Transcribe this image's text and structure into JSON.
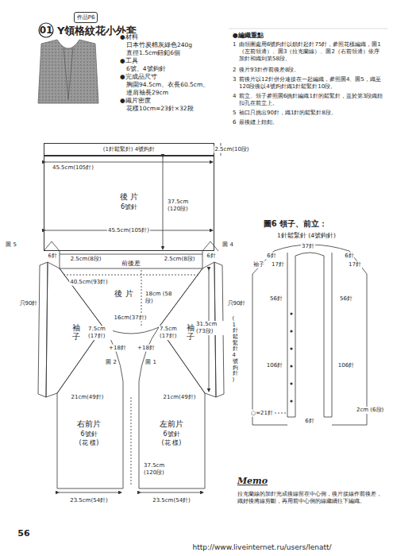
{
  "diagram": {
    "title": "Y領格紋花小外套",
    "nodes": [
      {
        "text": [
          "作品P6"
        ]
      },
      {
        "text": [
          "(1針鬆緊針) 4號鉤針"
        ]
      },
      {
        "text": [
          "後 片",
          "6號針"
        ]
      },
      {
        "text": [
          "前後差"
        ]
      },
      {
        "text": [
          "後 片"
        ]
      },
      {
        "text": [
          "袖 子"
        ]
      },
      {
        "text": [
          "袖 子"
        ]
      },
      {
        "text": [
          "右前片",
          "6號針",
          "(花 樣)"
        ]
      },
      {
        "text": [
          "左前片",
          "6號針",
          "(花 樣)"
        ]
      }
    ],
    "labels": [
      "01",
      "●材料",
      "日本竹炭棉灰綠色240g",
      "直徑1.5cm鈕釦6個",
      "●工具",
      "6號、4號鉤針",
      "●完成品尺寸",
      "胸圍94.5cm、衣長60.5cm、",
      "連肩袖長29cm",
      "●織片密度",
      "花樣10cm=23針×32段",
      "●編織重點",
      "1",
      "由領圍處用6號鉤針以鎖針起針75針，參照花樣編織，圖1（左前領邊）、圖3（拉克蘭線）、圖2（右前領邊）依序加針和織到第58段。",
      "2",
      "後片93針作前後差8段。",
      "3",
      "前後片以12針併分連接在一起編織，參照圖4、圖5，織至120段後以4號鉤針織1針鬆緊針10段。",
      "4",
      "前立、領子參照圖6挑針編織1針的鬆緊針，並於第3段織鈕扣孔在前立上。",
      "5",
      "袖口只挑出90針，織1針的鬆緊針8段。",
      "6",
      "最後縫上鈕釦。",
      "2.5cm(10段)",
      "45.5cm(105針)",
      "37.5cm (120段)",
      "45.5cm(105針)",
      "圖 5",
      "圖 4",
      "6針",
      "6針",
      "2.5cm(8段)",
      "2.5cm(8段)",
      "40.5cm(93針)",
      "18cm (58段)",
      "16cm(37針)",
      "7.5cm (17針)",
      "7.5cm (17針)",
      "31.5cm (73段)",
      "只90針",
      "只90針",
      "( 1針鬆緊針 4號鉤針 )",
      "+18針",
      "+18針",
      "圖 2",
      "圖 1",
      "21cm(49針)",
      "21cm(49針)",
      "37.5cm (120段)",
      "23.5cm(54針)",
      "23.5cm(54針)",
      "圖6 領子、前立：",
      "1針鬆緊針 (4號鉤針)",
      "37針",
      "6針",
      "6針",
      "袖子",
      "17針",
      "17針",
      "56針",
      "56針",
      "106針",
      "106針",
      "○=21針",
      "6針",
      "2cm (6段)",
      "Memo",
      "拉克蘭線的加針完成後線留在中心側，後片接線作前後差，織好後將線剪斷，再用前中心側的線繼續往下編織。",
      "56",
      "http://www.liveinternet.ru/users/lenatt/"
    ]
  }
}
